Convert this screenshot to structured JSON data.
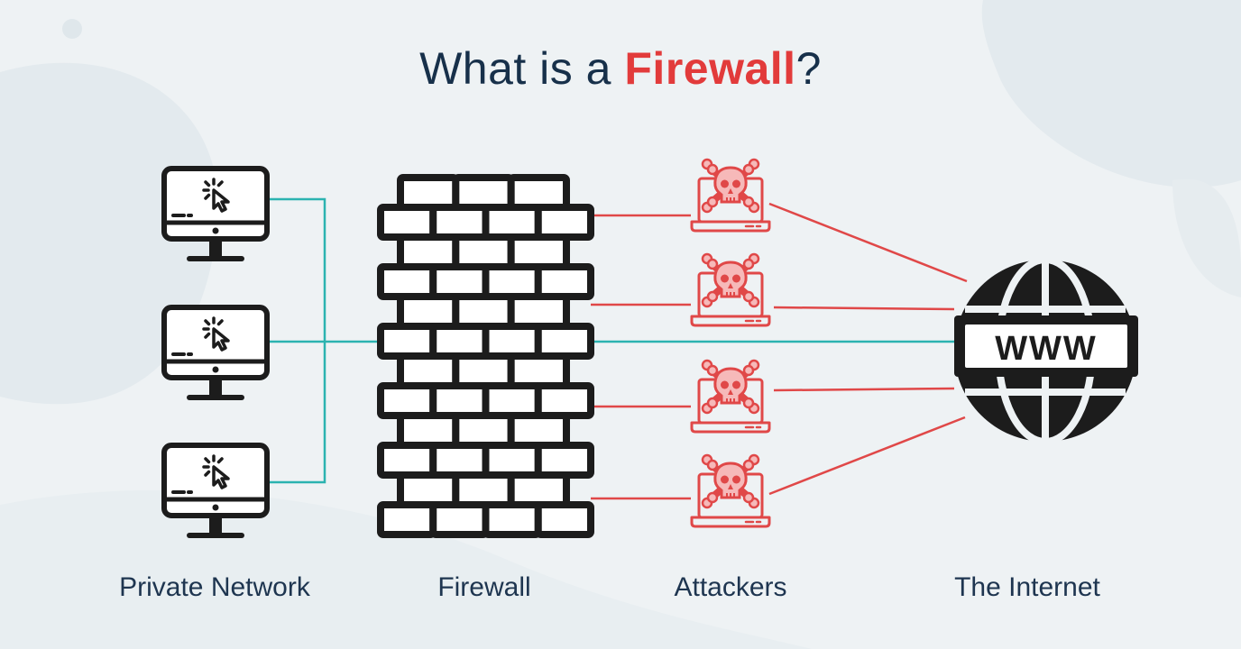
{
  "title": {
    "prefix": "What is a ",
    "highlight": "Firewall",
    "suffix": "?"
  },
  "labels": {
    "private_network": "Private Network",
    "firewall": "Firewall",
    "attackers": "Attackers",
    "internet": "The Internet"
  },
  "globe_text": "WWW",
  "colors": {
    "background": "#eef2f4",
    "background_blob": "#e3eaee",
    "title": "#17304a",
    "accent_red": "#e23b3b",
    "connection_teal": "#2bb3b0",
    "attack_red": "#e04848",
    "icon_dark": "#1c1c1c"
  },
  "icons": {
    "computer": "computer-monitor-icon",
    "attacker": "skull-laptop-icon",
    "internet": "globe-www-icon",
    "firewall": "brick-wall-icon"
  }
}
